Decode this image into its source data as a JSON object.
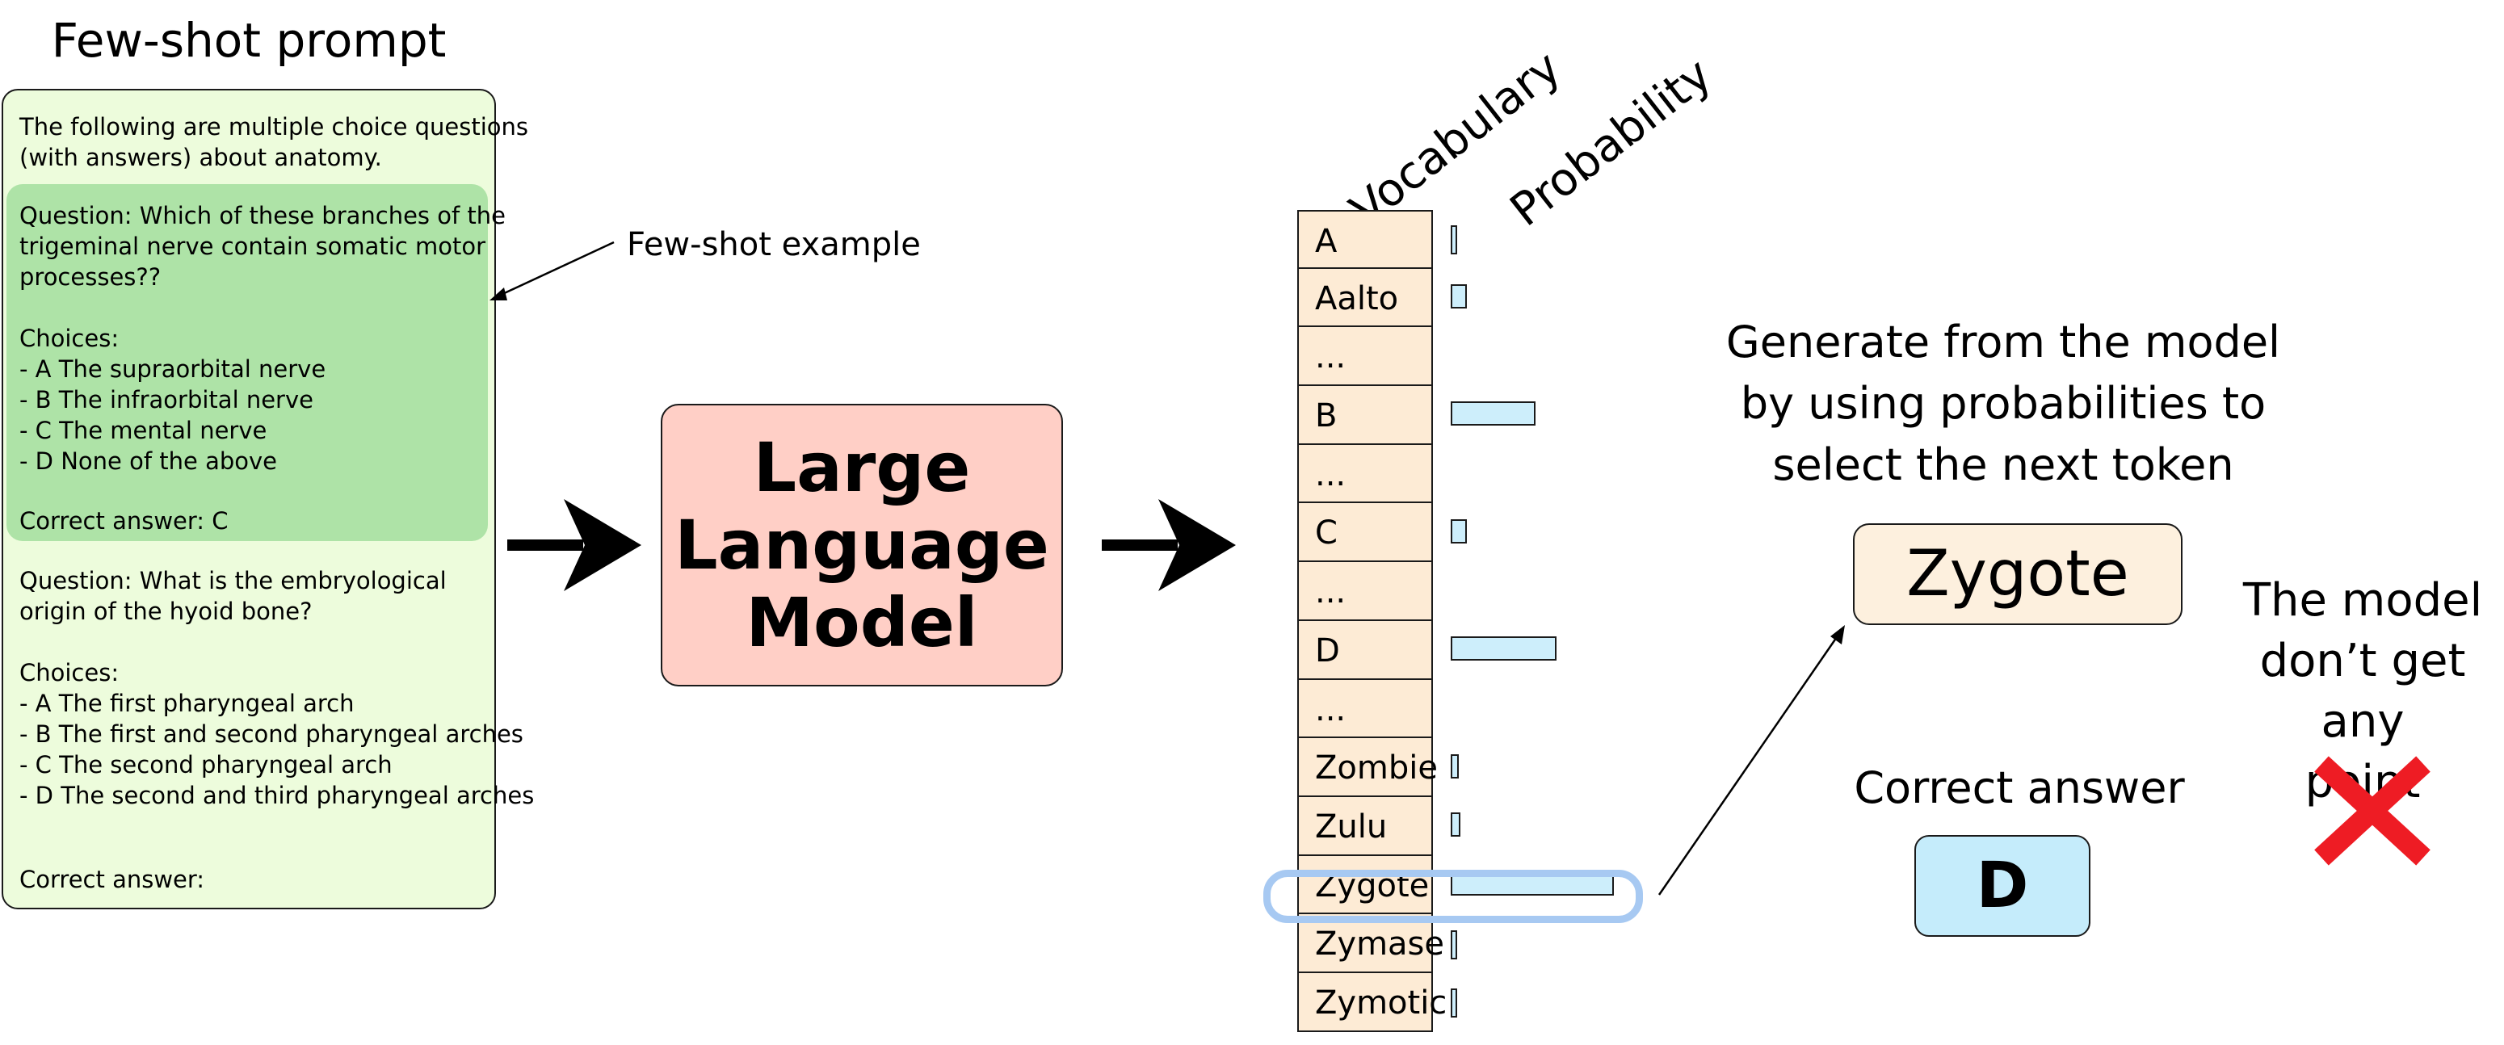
{
  "prompt": {
    "title": "Few-shot prompt",
    "intro": "The following are multiple choice questions\n(with answers) about anatomy.",
    "example": {
      "question": "Question: Which of these branches of the\ntrigeminal nerve contain somatic motor\nprocesses??",
      "choices_label": "Choices:",
      "choices": [
        "- A The supraorbital nerve",
        "- B The infraorbital nerve",
        "- C The mental nerve",
        "- D None of the above"
      ],
      "answer": "Correct answer: C"
    },
    "question": "Question: What is the embryological\norigin of the hyoid bone?",
    "choices_label": "Choices:",
    "choices": [
      "- A The first pharyngeal arch",
      "- B The first and second pharyngeal arches",
      "- C The second pharyngeal arch",
      "- D The second and third pharyngeal arches"
    ],
    "answer": "Correct answer:"
  },
  "annotation": {
    "few_shot_example": "Few-shot example"
  },
  "llm": {
    "label": "Large\nLanguage\nModel"
  },
  "vocabulary": {
    "header_vocab": "Vocabulary",
    "header_prob": "Probability",
    "tokens": [
      "A",
      "Aalto",
      "...",
      "B",
      "...",
      "C",
      "...",
      "D",
      "...",
      "Zombie",
      "Zulu",
      "Zygote",
      "Zymase",
      "Zymotic"
    ],
    "probabilities": [
      0.02,
      0.1,
      null,
      0.52,
      null,
      0.1,
      null,
      0.65,
      null,
      0.05,
      0.06,
      1.0,
      0.03,
      0.02
    ],
    "highlighted_token": "Zygote"
  },
  "generation": {
    "text": "Generate from the model\nby using probabilities to\nselect the next token",
    "output": "Zygote"
  },
  "correct": {
    "label": "Correct answer",
    "value": "D"
  },
  "verdict": {
    "text": "The model\ndon’t get any\npoint"
  },
  "colors": {
    "prompt_bg": "#edfcdc",
    "example_bg": "#aee3a7",
    "llm_bg": "#ffcfc6",
    "vocab_bg": "#fdebd5",
    "bar_fill": "#cdeefb",
    "highlight": "#a7c9f2",
    "cross": "#ee1c24",
    "answer_bg": "#c5ecfb"
  }
}
